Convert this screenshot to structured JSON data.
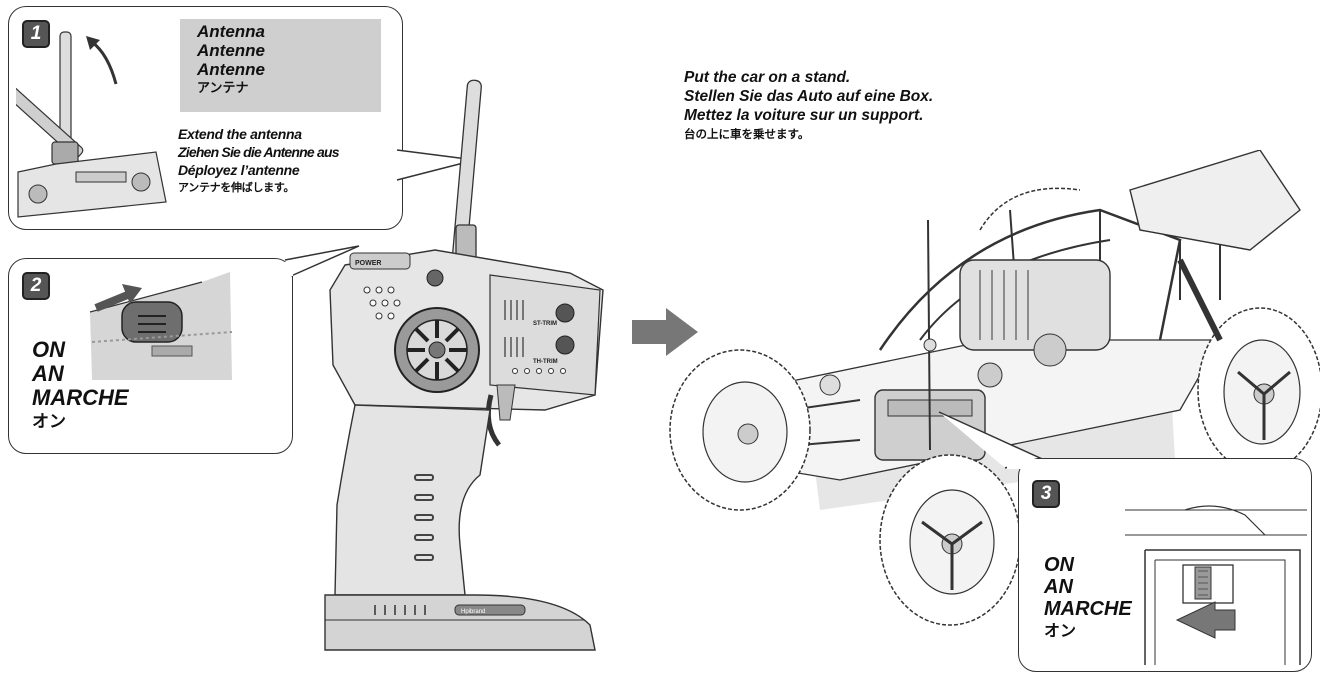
{
  "step1": {
    "badge": "1",
    "antenna_labels": [
      "Antenna",
      "Antenne",
      "Antenne",
      "アンテナ"
    ],
    "instructions": [
      "Extend the antenna",
      "Ziehen Sie die Antenne aus",
      "Déployez l’antenne",
      "アンテナを伸ばします。"
    ]
  },
  "step2": {
    "badge": "2",
    "on_labels": [
      "ON",
      "AN",
      "MARCHE",
      "オン"
    ]
  },
  "step3": {
    "badge": "3",
    "on_labels": [
      "ON",
      "AN",
      "MARCHE",
      "オン"
    ]
  },
  "stand_text": [
    "Put the car on a stand.",
    "Stellen Sie das Auto auf eine Box.",
    "Mettez la voiture sur un support.",
    "台の上に車を乗せます。"
  ],
  "transmitter": {
    "power_label": "POWER",
    "st_trim_label": "ST-TRIM",
    "th_trim_label": "TH-TRIM",
    "brand_label": "Hpibrand"
  },
  "colors": {
    "line": "#333333",
    "fill_light": "#e9e9e9",
    "fill_mid": "#cfcfcf",
    "fill_dark": "#8a8a8a",
    "arrow": "#777777"
  }
}
